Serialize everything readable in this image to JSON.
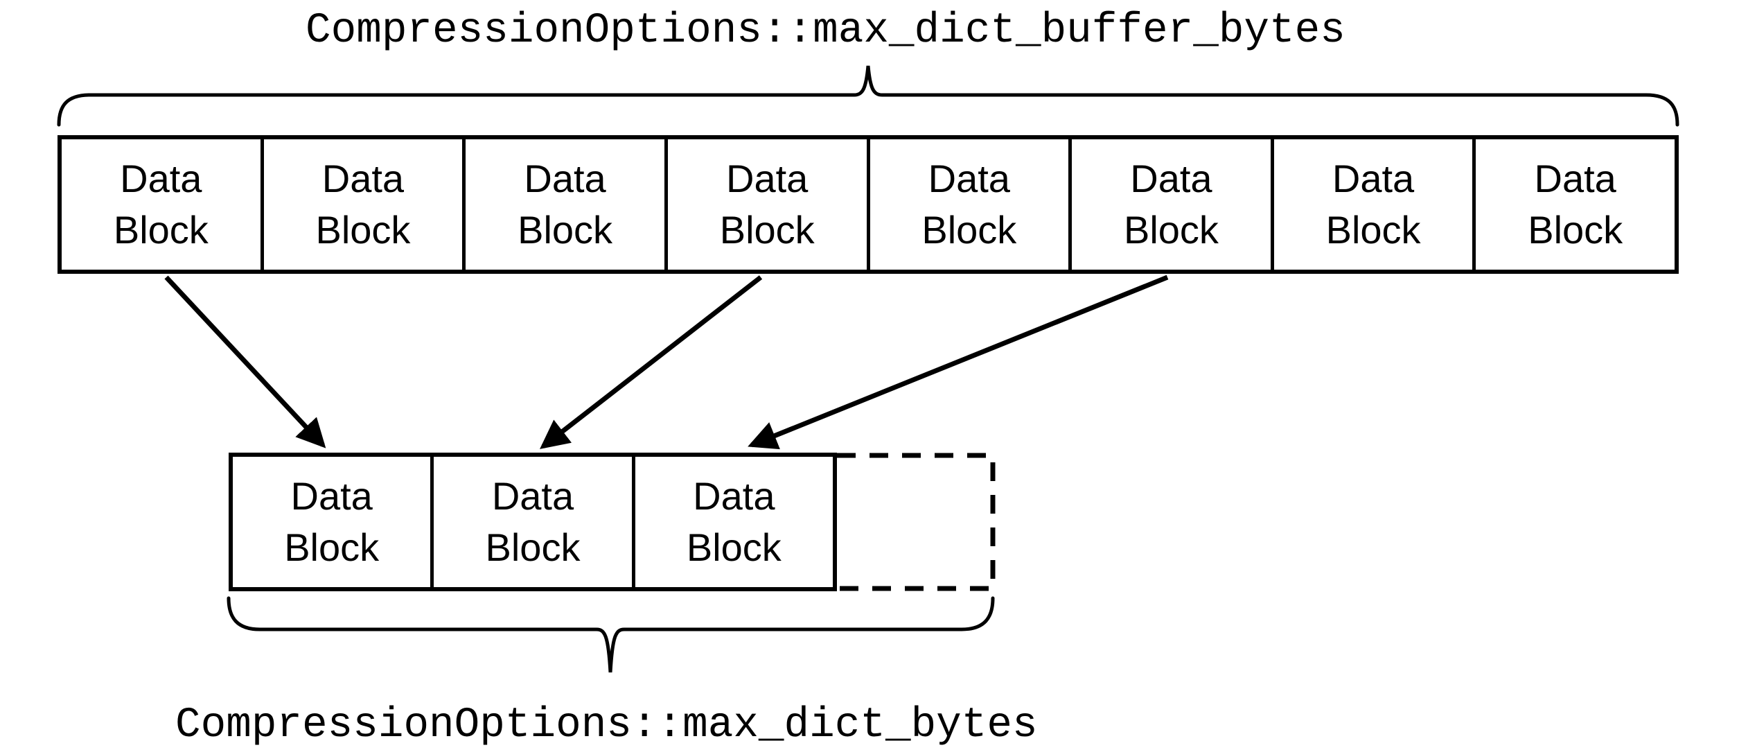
{
  "labels": {
    "top": "CompressionOptions::max_dict_buffer_bytes",
    "bottom": "CompressionOptions::max_dict_bytes"
  },
  "top_row": {
    "blocks": [
      {
        "line1": "Data",
        "line2": "Block"
      },
      {
        "line1": "Data",
        "line2": "Block"
      },
      {
        "line1": "Data",
        "line2": "Block"
      },
      {
        "line1": "Data",
        "line2": "Block"
      },
      {
        "line1": "Data",
        "line2": "Block"
      },
      {
        "line1": "Data",
        "line2": "Block"
      },
      {
        "line1": "Data",
        "line2": "Block"
      },
      {
        "line1": "Data",
        "line2": "Block"
      }
    ]
  },
  "bottom_row": {
    "blocks": [
      {
        "line1": "Data",
        "line2": "Block"
      },
      {
        "line1": "Data",
        "line2": "Block"
      },
      {
        "line1": "Data",
        "line2": "Block"
      }
    ],
    "placeholder": {
      "style": "dashed",
      "label": ""
    }
  },
  "arrows": [
    {
      "from": "top-row block 1",
      "to": "bottom-row block 1"
    },
    {
      "from": "top-row block 4",
      "to": "bottom-row block 2"
    },
    {
      "from": "top-row block 6",
      "to": "bottom-row block 3"
    }
  ],
  "colors": {
    "ink": "#000000",
    "background": "#ffffff"
  }
}
